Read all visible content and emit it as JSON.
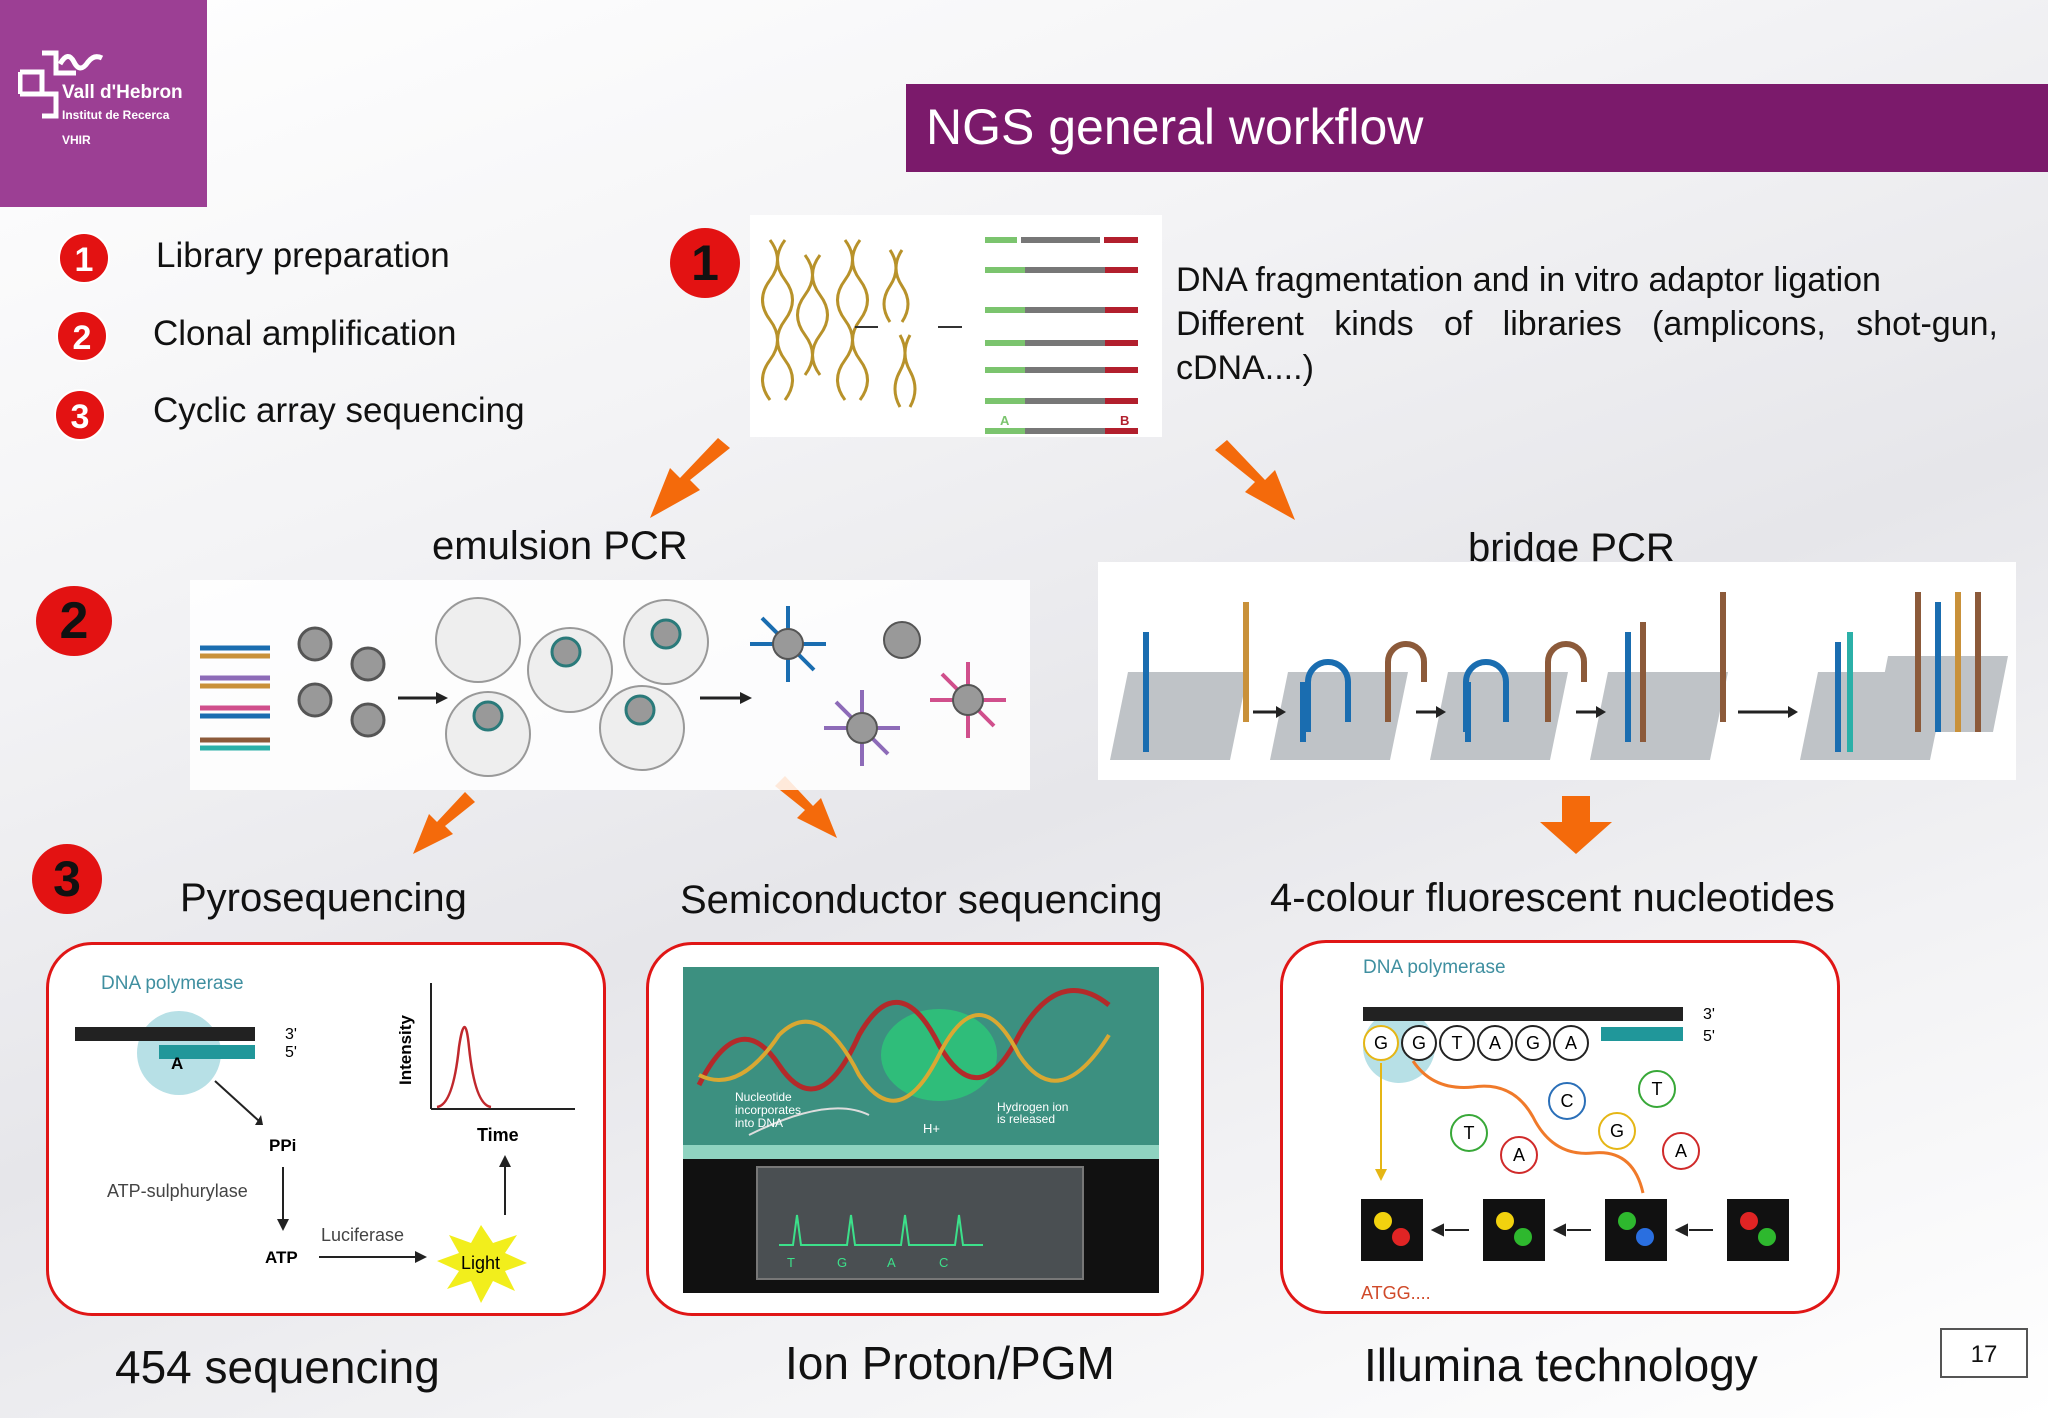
{
  "logo": {
    "line1": "Vall d'Hebron",
    "line2": "Institut de Recerca",
    "line3": "VHIR"
  },
  "title": "NGS general workflow",
  "steps": [
    {
      "num": "1",
      "label": "Library preparation"
    },
    {
      "num": "2",
      "label": "Clonal amplification"
    },
    {
      "num": "3",
      "label": "Cyclic array sequencing"
    }
  ],
  "section1": {
    "badge": "1",
    "description_line1": "DNA fragmentation and in vitro adaptor ligation",
    "description_line2": "Different kinds of libraries (amplicons, shot-gun,",
    "description_line3": "cDNA....)",
    "adaptor_a": "A",
    "adaptor_b": "B"
  },
  "section2": {
    "badge": "2",
    "emulsion": "emulsion PCR",
    "bridge": "bridge PCR"
  },
  "section3": {
    "badge": "3",
    "pyro": {
      "heading": "Pyrosequencing",
      "platform": "454 sequencing",
      "dna_polymerase": "DNA polymerase",
      "end3": "3'",
      "end5": "5'",
      "base": "A",
      "ppi": "PPi",
      "atp_sulph": "ATP-sulphurylase",
      "atp": "ATP",
      "luciferase": "Luciferase",
      "light": "Light",
      "y_axis": "Intensity",
      "x_axis": "Time"
    },
    "semi": {
      "heading": "Semiconductor sequencing",
      "platform": "Ion Proton/PGM",
      "nucleotide_label_1": "Nucleotide",
      "nucleotide_label_2": "incorporates",
      "nucleotide_label_3": "into DNA",
      "hydrogen_1": "Hydrogen ion",
      "hydrogen_2": "is released",
      "h_ion": "H+",
      "trace_letters": [
        "T",
        "G",
        "A",
        "C"
      ]
    },
    "illumina": {
      "heading": "4-colour fluorescent nucleotides",
      "platform": "Illumina technology",
      "dna_polymerase": "DNA polymerase",
      "end3": "3'",
      "end5": "5'",
      "strand": [
        "G",
        "G",
        "T",
        "A",
        "G",
        "A"
      ],
      "free_nucleotides": [
        "C",
        "T",
        "T",
        "G",
        "A",
        "A"
      ],
      "read": "ATGG...."
    }
  },
  "page_number": "17",
  "colors": {
    "title_bg": "#7b1a6b",
    "logo_bg": "#9c3f94",
    "badge": "#e31212",
    "arrow": "#f46a0b",
    "panel_border": "#e01616"
  }
}
